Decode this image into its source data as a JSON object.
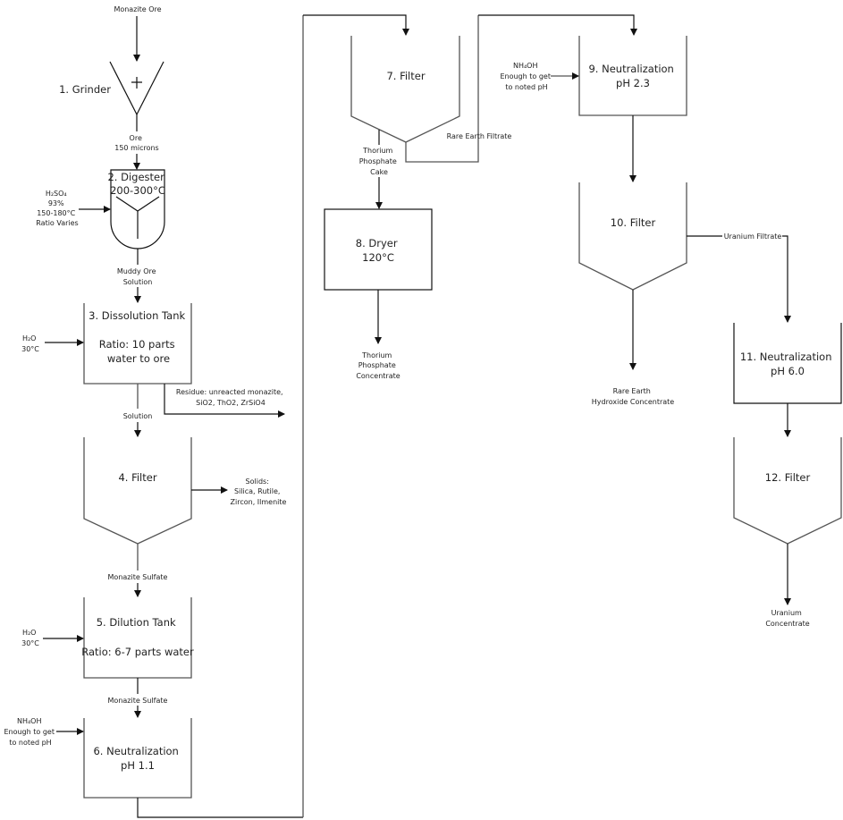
{
  "title": "Monazite Ore Processing Flowsheet",
  "units": [
    {
      "id": "grinder",
      "lines": [
        "1. Grinder"
      ]
    },
    {
      "id": "digester",
      "lines": [
        "2. Digester",
        "200-300°C"
      ]
    },
    {
      "id": "dissolution-tank",
      "lines": [
        "3. Dissolution Tank",
        "",
        "Ratio: 10 parts",
        "water to ore"
      ]
    },
    {
      "id": "filter-4",
      "lines": [
        "4. Filter"
      ]
    },
    {
      "id": "dilution-tank",
      "lines": [
        "5. Dilution Tank",
        "",
        "Ratio: 6-7 parts water"
      ]
    },
    {
      "id": "neutralization-6",
      "lines": [
        "6. Neutralization",
        "pH 1.1"
      ]
    },
    {
      "id": "filter-7",
      "lines": [
        "7. Filter"
      ]
    },
    {
      "id": "dryer",
      "lines": [
        "8. Dryer",
        "120°C"
      ]
    },
    {
      "id": "neutralization-9",
      "lines": [
        "9. Neutralization",
        "pH 2.3"
      ]
    },
    {
      "id": "filter-10",
      "lines": [
        "10. Filter"
      ]
    },
    {
      "id": "neutralization-11",
      "lines": [
        "11. Neutralization",
        "pH 6.0"
      ]
    },
    {
      "id": "filter-12",
      "lines": [
        "12. Filter"
      ]
    }
  ],
  "streams": {
    "feed": [
      "Monazite Ore"
    ],
    "ground_ore": [
      "Ore",
      "150 microns"
    ],
    "acid": [
      "H₂SO₄",
      "93%",
      "150-180°C",
      "Ratio Varies"
    ],
    "muddy": [
      "Muddy Ore",
      "Solution"
    ],
    "water_3": [
      "H₂O",
      "30°C"
    ],
    "residue": [
      "Residue: unreacted monazite,",
      "SiO2, ThO2, ZrSiO4"
    ],
    "solution": [
      "Solution"
    ],
    "solids": [
      "Solids:",
      "Silica, Rutile,",
      "Zircon, Ilmenite"
    ],
    "sulfate_1": [
      "Monazite Sulfate"
    ],
    "water_5": [
      "H₂O",
      "30°C"
    ],
    "sulfate_2": [
      "Monazite Sulfate"
    ],
    "nh4oh_6": [
      "NH₄OH",
      "Enough to get",
      "to noted pH"
    ],
    "cake": [
      "Thorium",
      "Phosphate",
      "Cake"
    ],
    "re_filtrate": [
      "Rare Earth Filtrate"
    ],
    "th_conc": [
      "Thorium",
      "Phosphate",
      "Concentrate"
    ],
    "nh4oh_9": [
      "NH₄OH",
      "Enough to get",
      "to noted pH"
    ],
    "u_filtrate": [
      "Uranium Filtrate"
    ],
    "re_conc": [
      "Rare Earth",
      "Hydroxide Concentrate"
    ],
    "u_conc": [
      "Uranium",
      "Concentrate"
    ]
  }
}
